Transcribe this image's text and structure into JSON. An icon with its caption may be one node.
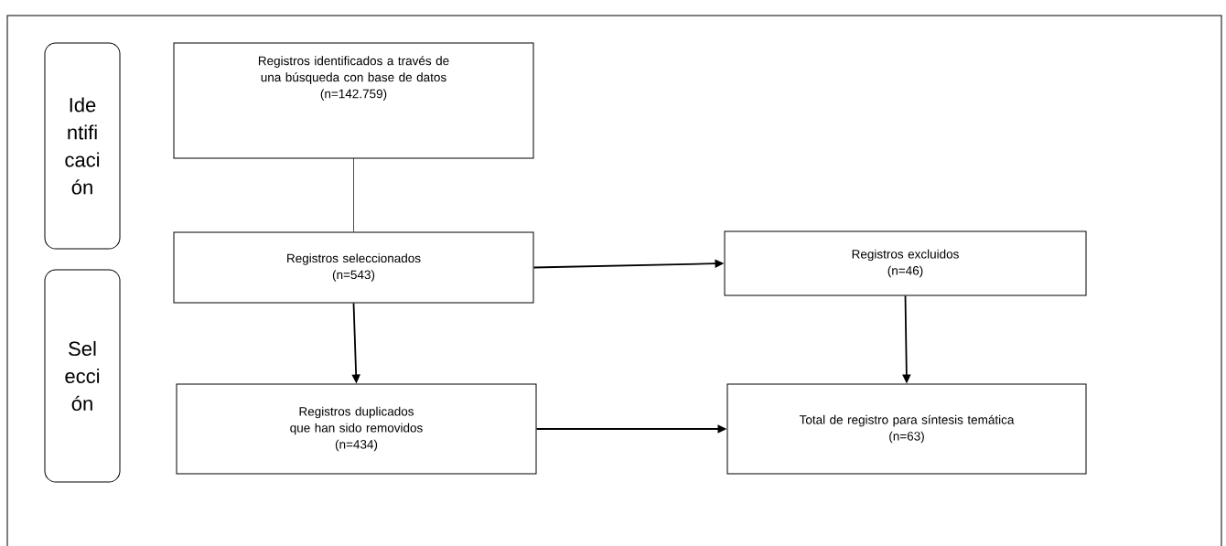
{
  "diagram": {
    "nodes": [
      {
        "text": [
          "Ide ntifi caci ón"
        ]
      },
      {
        "text": [
          "Sel ecci ón"
        ]
      },
      {
        "text": [
          "Registros identificados a través de una búsqueda con base de datos",
          "(n=142.759)"
        ]
      },
      {
        "text": [
          "Registros seleccionados",
          "(n=543)"
        ]
      },
      {
        "text": [
          "Registros excluidos",
          "(n=46)"
        ]
      },
      {
        "text": [
          "Registros duplicados que han sido removidos",
          "(n=434)"
        ]
      },
      {
        "text": [
          "Total de registro para síntesis temática",
          "(n=63)"
        ]
      }
    ],
    "edges": [
      {
        "from": 2,
        "to": 3,
        "arrow": "none"
      },
      {
        "from": 3,
        "to": 4,
        "arrow": "to"
      },
      {
        "from": 3,
        "to": 5,
        "arrow": "to"
      },
      {
        "from": 4,
        "to": 6,
        "arrow": "to"
      },
      {
        "from": 5,
        "to": 6,
        "arrow": "to"
      }
    ]
  }
}
